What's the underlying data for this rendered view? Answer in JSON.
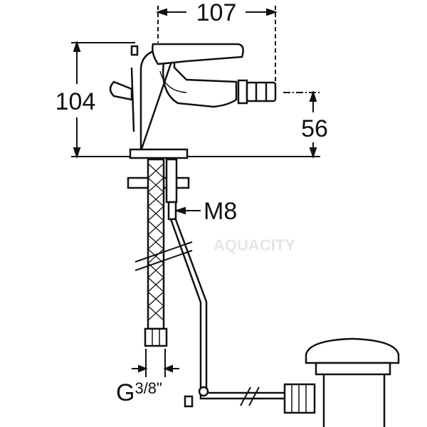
{
  "dimensions": {
    "width_label": "107",
    "height_label": "104",
    "spout_height_label": "56",
    "thread_label": "M8",
    "connection_label_main": "G",
    "connection_label_fraction": "3/8",
    "connection_label_unit": "\""
  },
  "watermark": "AQUACITY",
  "colors": {
    "line": "#111111",
    "background": "#ffffff"
  }
}
